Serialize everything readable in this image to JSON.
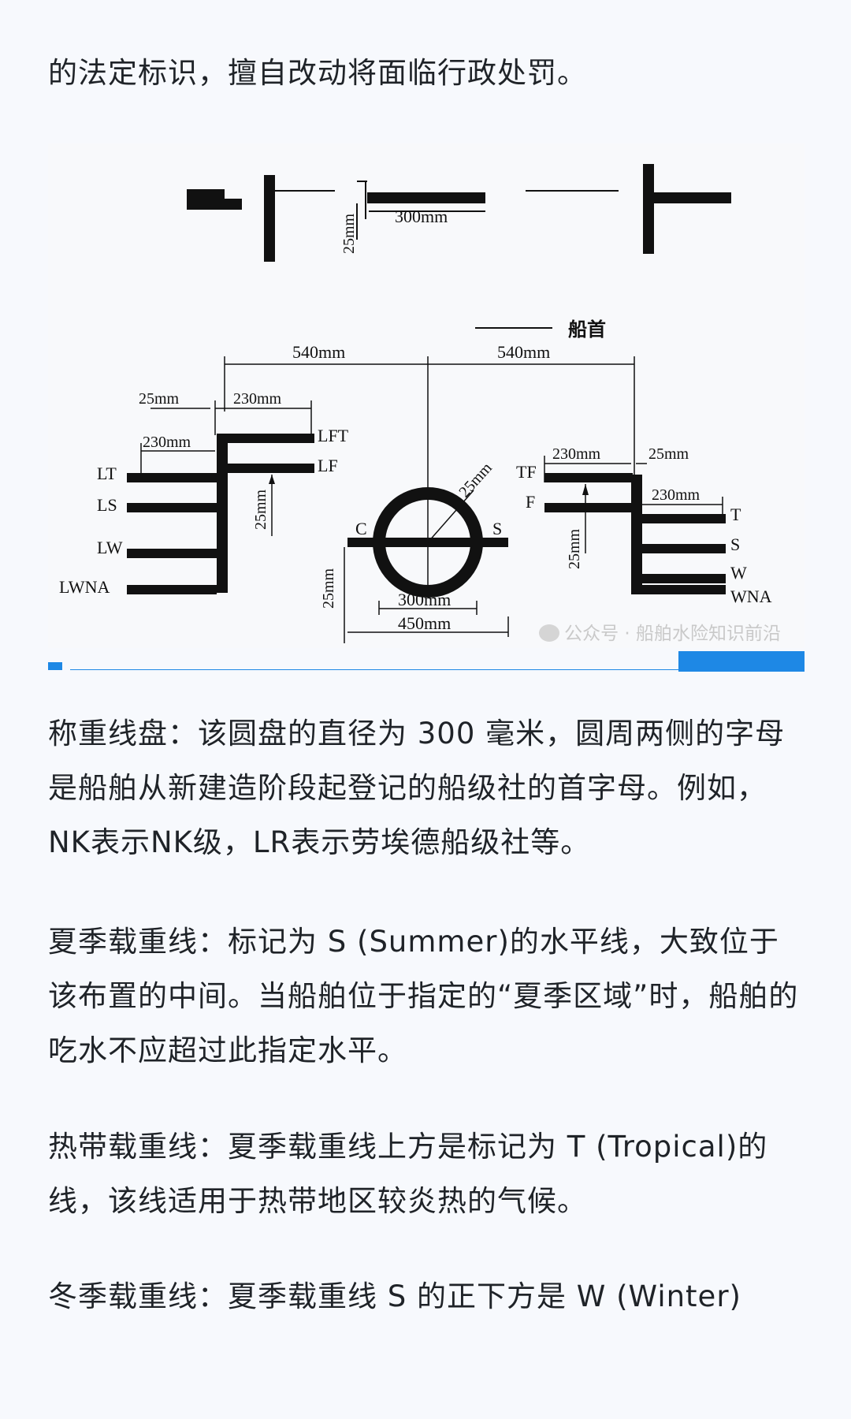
{
  "paragraphs": {
    "p0": "的法定标识，擅自改动将面临行政处罚。",
    "p1": "称重线盘：该圆盘的直径为 300 毫米，圆周两侧的字母是船舶从新建造阶段起登记的船级社的首字母。例如，NK表示NK级，LR表示劳埃德船级社等。",
    "p2": "夏季载重线：标记为 S (Summer)的水平线，大致位于该布置的中间。当船舶位于指定的“夏季区域”时，船舶的吃水不应超过此指定水平。",
    "p3": "热带载重线：夏季载重线上方是标记为 T (Tropical)的线，该线适用于热带地区较炎热的气候。",
    "p4": "冬季载重线：夏季载重线 S 的正下方是 W (Winter)"
  },
  "figure": {
    "top_dim_300": "300mm",
    "top_dim_25": "25mm",
    "bow_label": "船首",
    "dim_540_left": "540mm",
    "dim_540_right": "540mm",
    "dim_25_left_top": "25mm",
    "dim_230_left_top": "230mm",
    "dim_230_left_mid": "230mm",
    "dim_25_left_vert": "25mm",
    "label_LFT": "LFT",
    "label_LF": "LF",
    "label_LT": "LT",
    "label_LS": "LS",
    "label_LW": "LW",
    "label_LWNA": "LWNA",
    "label_C": "C",
    "label_S_disc": "S",
    "dim_25_circle": "25mm",
    "dim_25_disc_vert": "25mm",
    "dim_300_disc": "300mm",
    "dim_450_disc": "450mm",
    "dim_230_right_top": "230mm",
    "dim_25_right_top": "25mm",
    "dim_230_right_mid": "230mm",
    "dim_25_right_vert": "25mm",
    "label_TF": "TF",
    "label_F": "F",
    "label_T": "T",
    "label_S": "S",
    "label_W": "W",
    "label_WNA": "WNA",
    "watermark": "公众号 · 船舶水险知识前沿"
  },
  "colors": {
    "accent": "#1e88e5",
    "ink": "#111111"
  }
}
